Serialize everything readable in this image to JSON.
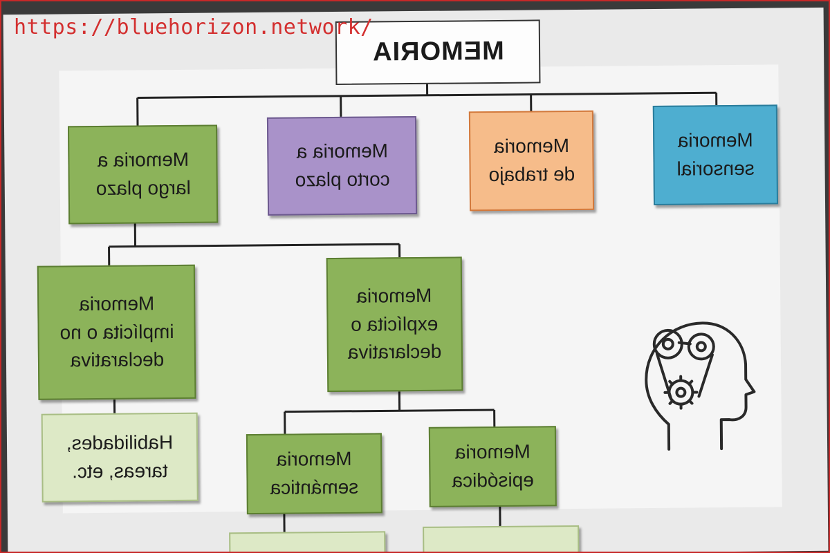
{
  "watermark": "https://bluehorizon.network/",
  "diagram": {
    "root": "MEMORIA",
    "types": {
      "largo": "Memoria a\nlargo plazo",
      "corto": "Memoria a\ncorto plazo",
      "trabajo": "Memoria\nde trabajo",
      "sensorial": "Memoria\nsensorial"
    },
    "largo_children": {
      "implicita": "Memoria\nimplícita o no\ndeclarativa",
      "explicita": "Memoria\nexplícita o\ndeclarativa"
    },
    "implicita_example": "Habilidades,\ntareas, etc.",
    "explicita_children": {
      "semantica": "Memoria\nsemántica",
      "episodica": "Memoria\nepisódica"
    }
  },
  "icons": [
    "head-gears-icon"
  ],
  "colors": {
    "green": "#8cb35a",
    "purple": "#a992c9",
    "orange": "#f6bc8a",
    "blue": "#4eaed0",
    "pale_green": "#dde9c6"
  }
}
